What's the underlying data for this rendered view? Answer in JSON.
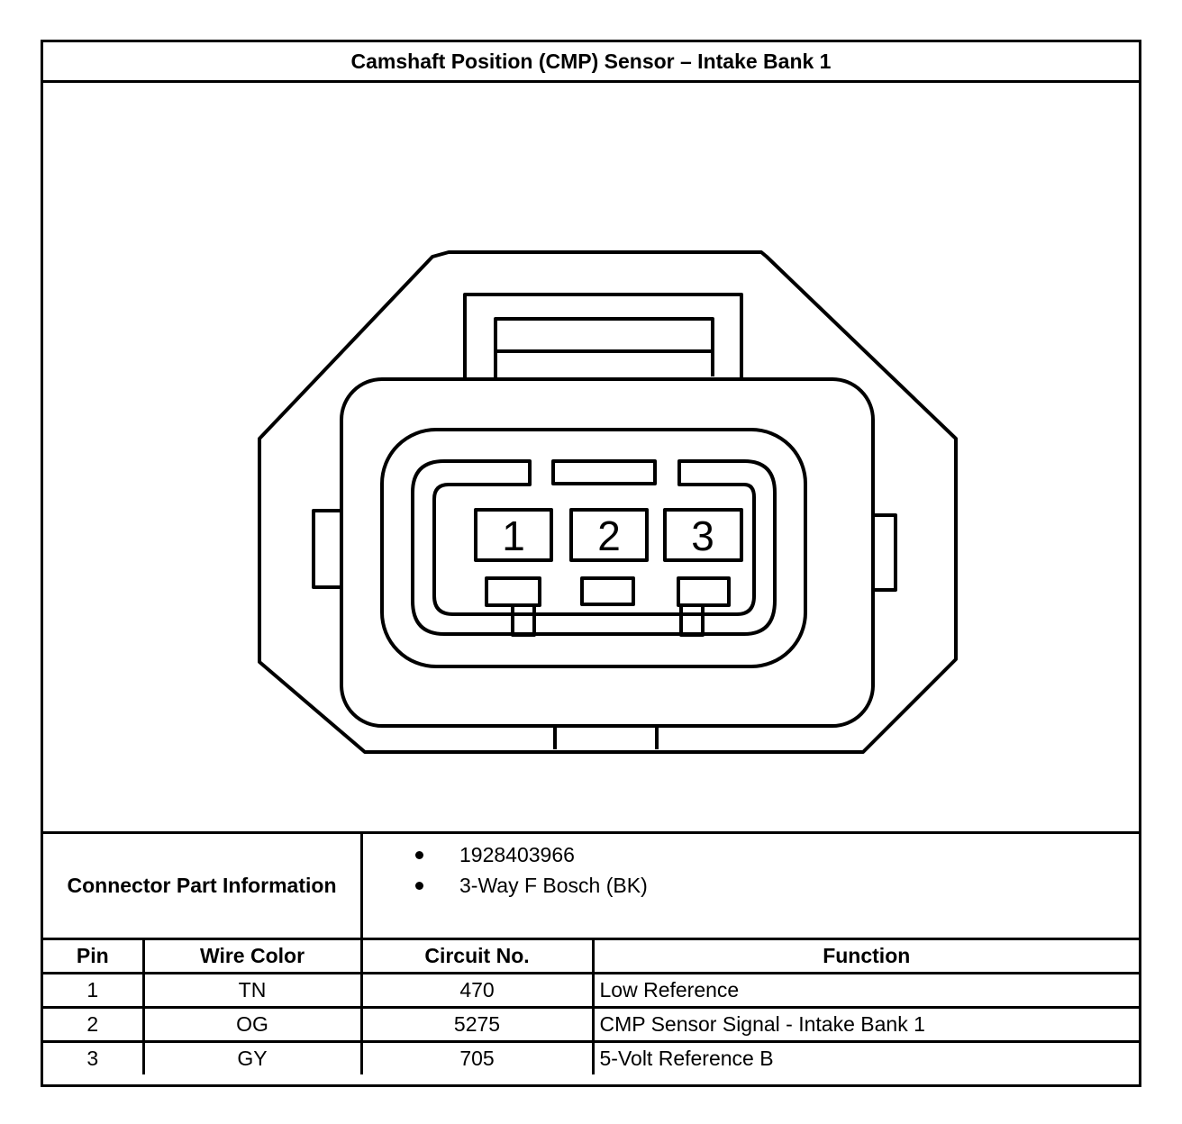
{
  "title": "Camshaft Position (CMP) Sensor – Intake Bank 1",
  "connector": {
    "pin_labels": [
      "1",
      "2",
      "3"
    ]
  },
  "part_info": {
    "label": "Connector Part Information",
    "items": [
      "1928403966",
      "3-Way F Bosch (BK)"
    ]
  },
  "pin_table": {
    "headers": [
      "Pin",
      "Wire Color",
      "Circuit No.",
      "Function"
    ],
    "rows": [
      {
        "pin": "1",
        "wire_color": "TN",
        "circuit": "470",
        "function": "Low Reference"
      },
      {
        "pin": "2",
        "wire_color": "OG",
        "circuit": "5275",
        "function": "CMP Sensor Signal - Intake Bank 1"
      },
      {
        "pin": "3",
        "wire_color": "GY",
        "circuit": "705",
        "function": "5-Volt Reference B"
      }
    ]
  }
}
